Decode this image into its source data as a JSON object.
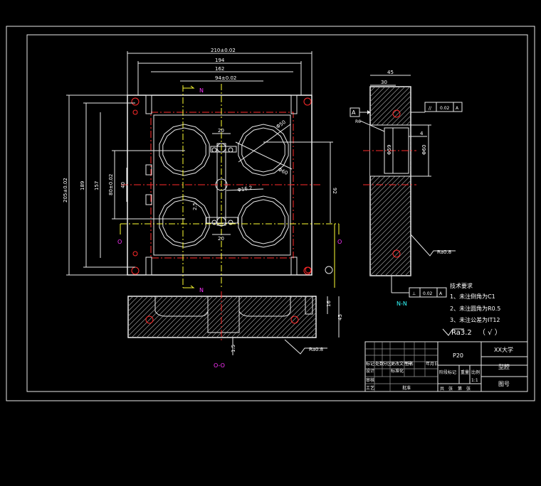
{
  "dims": {
    "d210": "210±0.02",
    "d194": "194",
    "d162": "162",
    "d94": "94±0.02",
    "d205": "205±0.02",
    "d189": "189",
    "d157": "157",
    "d80": "80±0.02",
    "d40": "40",
    "d92": "92",
    "d20a": "20",
    "d20b": "20",
    "dphi50": "Φ50",
    "dphi60": "Φ60",
    "dphi162": "Φ16.2",
    "d25": "2.5",
    "d45side": "45",
    "d30": "30",
    "d4": "4",
    "dphi59": "Φ59",
    "d60": "Φ60",
    "d16": "16",
    "d45b": "45",
    "d15": "1.5"
  },
  "labels": {
    "n_top": "N",
    "n_bottom": "N",
    "o_left": "O",
    "o_right": "O",
    "section_oo": "O-O",
    "section_nn": "N-N",
    "datum_a": "A",
    "tol_par": "//",
    "tol_par_val": "0.02",
    "tol_par_ref": "A",
    "tol_perp": "⊥",
    "tol_perp_val": "0.02",
    "tol_perp_ref": "A",
    "ra08_a": "Ra0.8",
    "ra08_b": "Ra0.8",
    "r6": "R6"
  },
  "notes": {
    "title": "技术要求",
    "n1": "1、未注倒角为C1",
    "n2": "2、未注圆角为R0.5",
    "n3": "3、未注公差为IT12",
    "surface": "Ra3.2",
    "check": "（ √ ）"
  },
  "title_block": {
    "part_no": "P20",
    "school": "XX大学",
    "drawing_name": "型腔",
    "drawing_no": "图号",
    "h1": "标记",
    "h2": "处数",
    "h3": "分区",
    "h4": "更改文件号",
    "h5": "签名",
    "h6": "年月日",
    "r1": "设计",
    "r2": "审核",
    "r3": "标准化",
    "r4": "工艺",
    "r5": "批准",
    "c1": "阶段标记",
    "c2": "重量",
    "c3": "比例",
    "c4": "1:1",
    "c5": "共",
    "c6": "张",
    "c7": "第",
    "c8": "张"
  }
}
